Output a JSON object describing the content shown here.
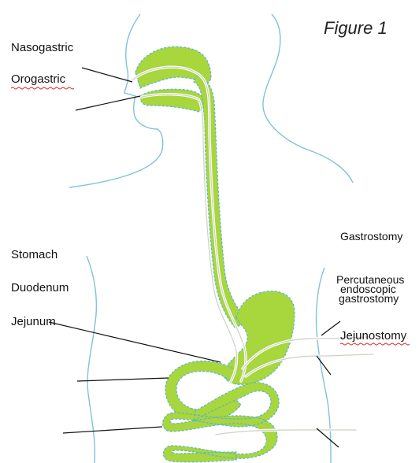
{
  "figure_title": "Figure 1",
  "labels": {
    "nasogastric": "Nasogastric",
    "orogastric": "Orogastric",
    "stomach": "Stomach",
    "duodenum": "Duodenum",
    "jejunum": "Jejunum",
    "gastrostomy": "Gastrostomy",
    "peg_line1": "Percutaneous",
    "peg_line2": "endoscopic",
    "peg_line3": "gastrostomy",
    "jejunostomy": "Jejunostomy"
  },
  "colors": {
    "organ_fill": "#a8d63d",
    "body_outline": "#7ec3d8",
    "spellcheck_underline": "#d9443a"
  }
}
